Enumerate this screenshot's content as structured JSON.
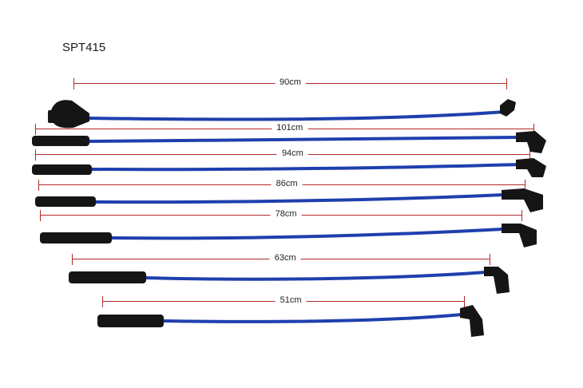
{
  "title": "SPT415",
  "leads": [
    {
      "length": "90cm"
    },
    {
      "length": "101cm"
    },
    {
      "length": "94cm"
    },
    {
      "length": "86cm"
    },
    {
      "length": "78cm"
    },
    {
      "length": "63cm"
    },
    {
      "length": "51cm"
    }
  ],
  "colors": {
    "wire": "#1f3fae",
    "boot": "#151515",
    "dimension": "#b02a2a"
  }
}
